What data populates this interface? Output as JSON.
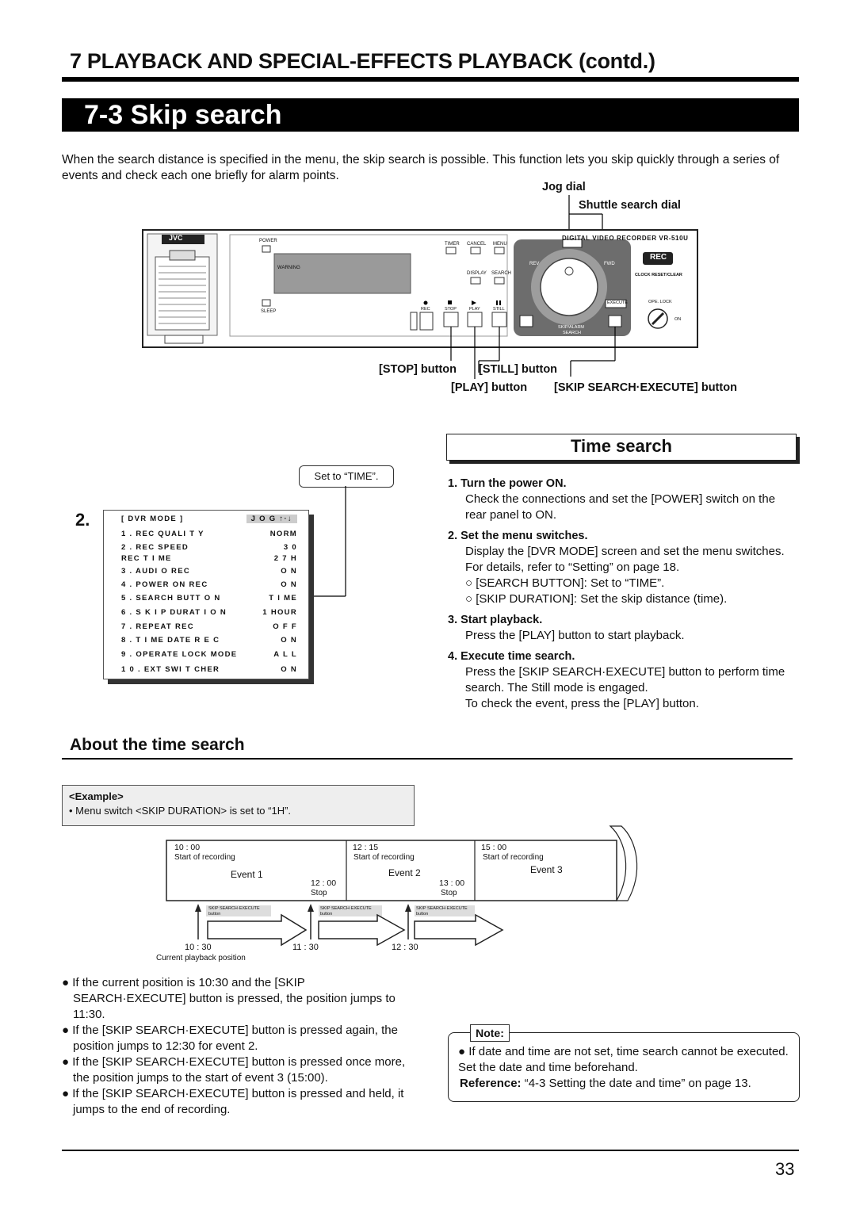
{
  "chapter_title": "7   PLAYBACK AND SPECIAL-EFFECTS PLAYBACK (contd.)",
  "section_title": "7-3 Skip search",
  "intro": "When the search distance is specified in the menu, the skip search is possible.  This function lets you skip quickly through a series of events and check each one briefly for alarm points.",
  "device_callouts": {
    "jog_dial": "Jog dial",
    "shuttle_dial": "Shuttle search dial",
    "stop_button": "[STOP] button",
    "still_button": "[STILL] button",
    "play_button": "[PLAY] button",
    "skip_button": "[SKIP SEARCH·EXECUTE] button"
  },
  "device": {
    "brand": "JVC",
    "model": "DIGITAL VIDEO RECORDER  VR-510U",
    "labels": {
      "power": "POWER",
      "warning": "WARNING",
      "sleep": "SLEEP",
      "timer": "TIMER",
      "cancel": "CANCEL",
      "menu": "MENU",
      "display": "DISPLAY",
      "search": "SEARCH",
      "rec_small": "REC",
      "stop": "STOP",
      "play": "PLAY",
      "still": "STILL",
      "rev": "REV",
      "fwd": "FWD",
      "rec_badge": "REC",
      "clock_reset": "CLOCK RESET/CLEAR",
      "execute": "EXECUTE",
      "ope_lock": "OPE. LOCK",
      "on": "ON",
      "skip_alarm": "SKIP/ALARM",
      "search2": "SEARCH"
    }
  },
  "step_marker": "2.",
  "set_to_label": "Set to “TIME”.",
  "menu_screen": {
    "title": "[ DVR  MODE ]",
    "jog": "J O G  ↑·↓",
    "rows": [
      {
        "label": "1 . REC  QUALI T Y",
        "value": "NORM"
      },
      {
        "label": "2 . REC  SPEED",
        "value": "3 0"
      },
      {
        "label": "    REC  T I ME",
        "value": "2 7 H"
      },
      {
        "label": "3 . AUDI O  REC",
        "value": "O N"
      },
      {
        "label": "4 . POWER  ON  REC",
        "value": "O N"
      },
      {
        "label": "5 . SEARCH  BUTT O N",
        "value": "T I ME"
      },
      {
        "label": "6 . S K I P  DURAT I O N",
        "value": "1 HOUR"
      },
      {
        "label": "7 . REPEAT  REC",
        "value": "O F F"
      },
      {
        "label": "8 . T I ME  DATE  R E C",
        "value": "O N"
      },
      {
        "label": "9 . OPERATE  LOCK  MODE",
        "value": "A L L"
      },
      {
        "label": "1 0 . EXT  SWI T CHER",
        "value": "O N"
      }
    ]
  },
  "time_search": {
    "heading": "Time search",
    "steps": [
      {
        "title": "1.  Turn the power ON.",
        "lines": [
          "Check the connections and set the [POWER] switch on the rear panel to ON."
        ]
      },
      {
        "title": "2.  Set the menu switches.",
        "lines": [
          "Display the [DVR MODE] screen and set the menu switches. For details, refer to “Setting” on page 18.",
          "○ [SEARCH BUTTON]: Set to “TIME”.",
          "○ [SKIP DURATION]: Set the skip distance (time)."
        ]
      },
      {
        "title": "3.  Start playback.",
        "lines": [
          "Press the [PLAY] button to start playback."
        ]
      },
      {
        "title": "4.  Execute time search.",
        "lines": [
          "Press the [SKIP SEARCH·EXECUTE] button to perform time search.  The Still mode is engaged.",
          "To check the event, press the [PLAY] button."
        ]
      }
    ]
  },
  "about": {
    "heading": "About the time search",
    "example_title": "<Example>",
    "example_text": "• Menu switch <SKIP DURATION> is set to “1H”."
  },
  "timeline": {
    "events": [
      {
        "start": "10 : 00",
        "start_label": "Start of recording",
        "name": "Event 1",
        "stop": "12 : 00",
        "stop_label": "Stop"
      },
      {
        "start": "12 : 15",
        "start_label": "Start of recording",
        "name": "Event 2",
        "stop": "13 : 00",
        "stop_label": "Stop"
      },
      {
        "start": "15 : 00",
        "start_label": "Start of recording",
        "name": "Event 3"
      }
    ],
    "button_label": "SKIP SEARCH·EXECUTE",
    "button_sub": "button",
    "positions": [
      "10 : 30",
      "11 : 30",
      "12 : 30"
    ],
    "current_label": "Current playback position"
  },
  "bullets": [
    "● If the current position is 10:30 and the [SKIP SEARCH·EXECUTE] button is pressed, the position jumps to 11:30.",
    "● If the [SKIP SEARCH·EXECUTE] button is pressed again, the position jumps to 12:30 for event 2.",
    "● If the [SKIP SEARCH·EXECUTE] button is pressed once more, the position jumps to the start of event 3 (15:00).",
    "● If the [SKIP SEARCH·EXECUTE] button is pressed and held, it jumps to the end of recording."
  ],
  "note": {
    "tag": "Note:",
    "text": "● If date and time are not set, time search cannot be executed.  Set the date and time beforehand.",
    "reference_label": "Reference:",
    "reference_text": " “4-3 Setting the date and time” on page 13."
  },
  "page_number": "33"
}
